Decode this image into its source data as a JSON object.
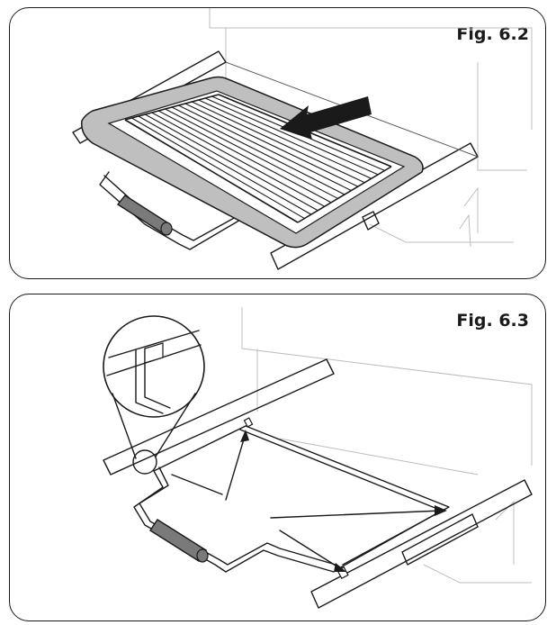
{
  "figures": [
    {
      "label": "Fig. 6.2",
      "subject": "grill-tray-on-telescopic-runners"
    },
    {
      "label": "Fig. 6.3",
      "subject": "telescopic-runner-frame"
    }
  ],
  "colors": {
    "stroke": "#1a1a1a",
    "tray_fill": "#bfbfbf",
    "handle_fill": "#7a7a7a",
    "cabinet": "#c8c8c8"
  },
  "icons": [
    "arrow-icon",
    "handle-icon",
    "magnifier-icon"
  ]
}
